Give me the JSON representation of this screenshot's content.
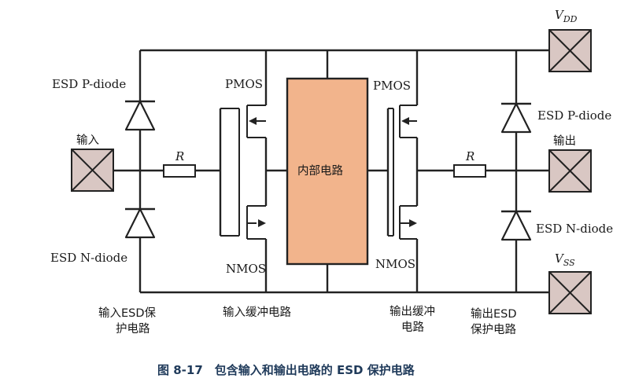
{
  "labels": {
    "vdd_main": "V",
    "vdd_sub": "DD",
    "vss_main": "V",
    "vss_sub": "SS",
    "input": "输入",
    "output": "输出",
    "esd_p_left": "ESD P-diode",
    "esd_n_left": "ESD N-diode",
    "esd_p_right": "ESD P-diode",
    "esd_n_right": "ESD N-diode",
    "r_left": "R",
    "r_right": "R",
    "pmos_left": "PMOS",
    "nmos_left": "NMOS",
    "pmos_right": "PMOS",
    "nmos_right": "NMOS",
    "core": "内部电路",
    "input_esd_line1": "输入ESD保",
    "input_esd_line2": "护电路",
    "input_buffer": "输入缓冲电路",
    "output_buffer_line1": "输出缓冲",
    "output_buffer_line2": "电路",
    "output_esd_line1": "输出ESD",
    "output_esd_line2": "保护电路",
    "caption": "图 8-17　包含输入和输出电路的 ESD 保护电路"
  },
  "colors": {
    "pad_fill": "#d9c7c3",
    "core_fill": "#f2b48c",
    "caption": "#1f3a5a",
    "wire": "#222222"
  }
}
